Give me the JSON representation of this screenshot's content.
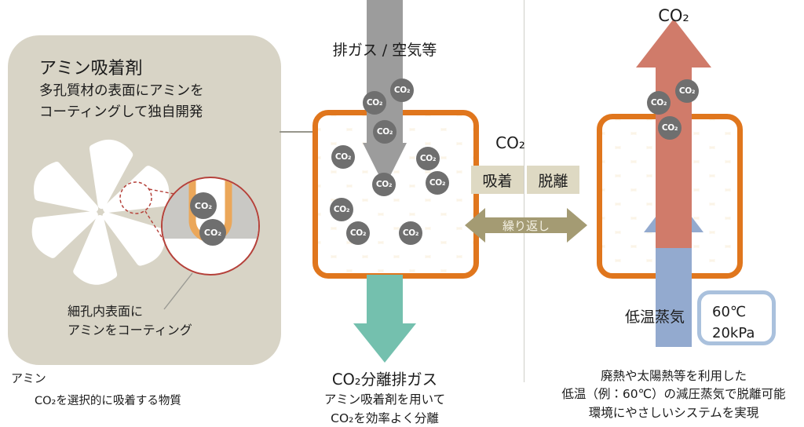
{
  "labels": {
    "co2": "CO₂"
  },
  "left_panel": {
    "title": "アミン吸着剤",
    "description": [
      "多孔質材の表面にアミンを",
      "コーティングして独自開発"
    ],
    "pore_note": [
      "細孔内表面に",
      "アミンをコーティング"
    ],
    "footnote_term": "アミン",
    "footnote_desc": "CO₂を選択的に吸着する物質"
  },
  "absorption": {
    "input_label": "排ガス / 空気等",
    "output_label": "CO₂分離排ガス",
    "caption": [
      "アミン吸着剤を用いて",
      "CO₂を効率よく分離"
    ]
  },
  "cycle": {
    "co2_label": "CO₂",
    "adsorb_label": "吸着",
    "desorb_label": "脱離",
    "repeat_label": "繰り返し"
  },
  "desorption": {
    "co2_label": "CO₂",
    "steam_label": "低温蒸気",
    "condition": [
      "60℃",
      "20kPa"
    ],
    "caption": [
      "廃熱や太陽熱等を利用した",
      "低温（例：60℃）の減圧蒸気で脱離可能",
      "環境にやさしいシステムを実現"
    ]
  },
  "colors": {
    "panel_bg": "#d8d4c6",
    "box_border": "#e0761d",
    "box_fill": "#fbf4e7",
    "co2_ball": "#6f6f6f",
    "gray_arrow": "#9c9c9c",
    "teal_arrow": "#74c0ae",
    "red_arrow": "#d07b6a",
    "blue_arrow": "#93aacf",
    "olive_arrow": "#a49b73",
    "cycle_box_bg": "#ded9c3",
    "coating_orange": "#eba75a",
    "steam_box_border": "#aac1dd"
  }
}
